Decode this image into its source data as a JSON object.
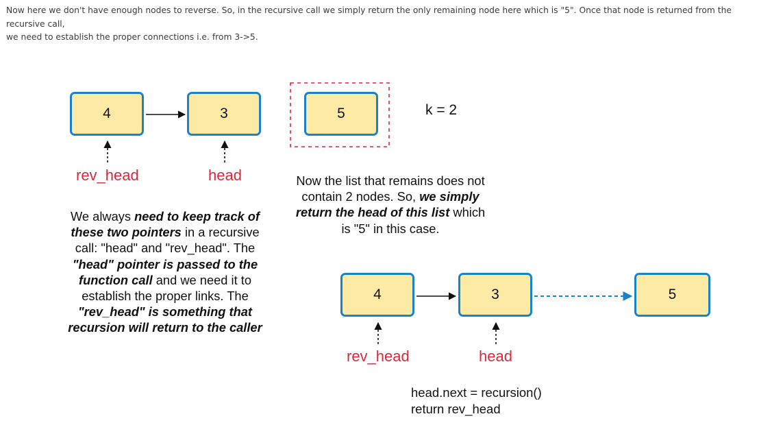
{
  "intro": {
    "line1": "Now here we don't have enough nodes to reverse. So, in the recursive call we simply return the only remaining node here which is \"5\". Once that node is returned from the recursive call,",
    "line2": "we need to establish the proper connections i.e. from 3->5."
  },
  "top_diagram": {
    "nodes": [
      "4",
      "3",
      "5"
    ],
    "labels": {
      "rev_head": "rev_head",
      "head": "head"
    },
    "k_label": "k = 2"
  },
  "middle_note": {
    "l1": "Now the list that remains does not",
    "l2a": "contain 2 nodes. So, ",
    "l2b": "we simply",
    "l3a": "return the head of this list",
    "l3b": " which",
    "l4": "is \"5\" in this case."
  },
  "left_note": {
    "l1a": "We always ",
    "l1b": "need to keep track of",
    "l2a": "these two pointers",
    "l2b": " in a recursive",
    "l3": "call: \"head\" and \"rev_head\". The",
    "l4": "\"head\" pointer is passed to the",
    "l5a": "function call",
    "l5b": " and we need it to",
    "l6": "establish the proper links. The",
    "l7": "\"rev_head\" is something that",
    "l8": "recursion will return to the caller"
  },
  "bottom_diagram": {
    "nodes": [
      "4",
      "3",
      "5"
    ],
    "labels": {
      "rev_head": "rev_head",
      "head": "head"
    }
  },
  "code": {
    "line1": "head.next = recursion()",
    "line2": "return rev_head"
  },
  "colors": {
    "node_fill": "#fdeba5",
    "node_border": "#1a82c9",
    "pointer_label": "#d42a3c",
    "dashed_box": "#d42a3c",
    "new_link": "#1a82c9"
  }
}
